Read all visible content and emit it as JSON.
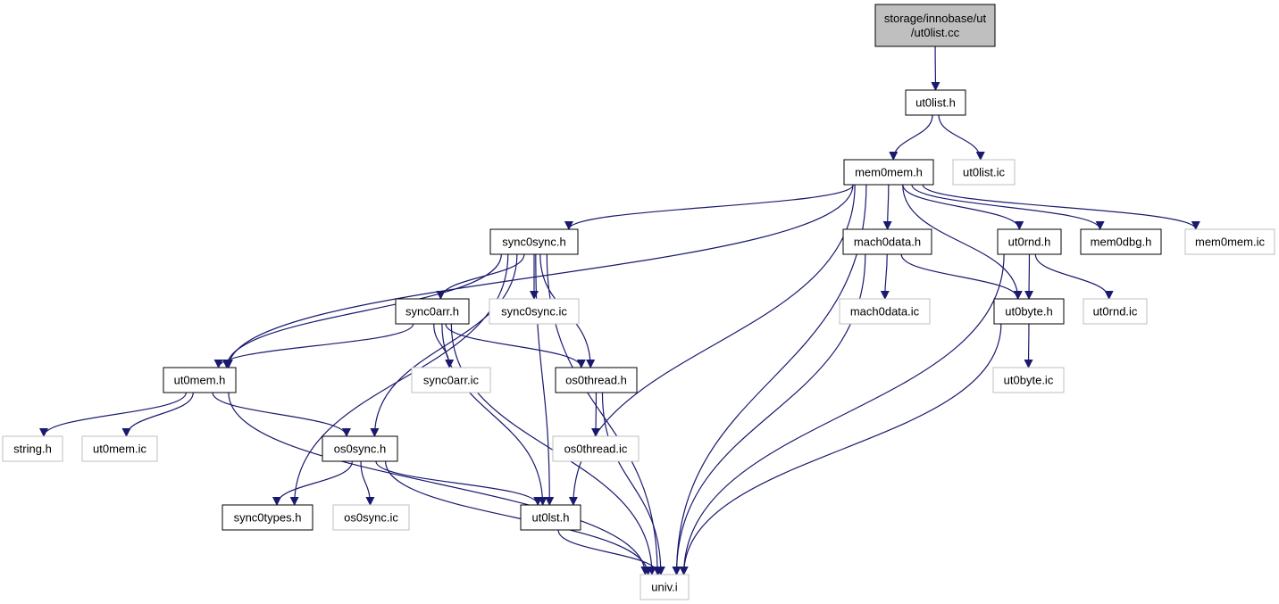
{
  "colors": {
    "edge": "#191970",
    "root_fill": "#bfbfbf",
    "root_border": "#000000",
    "documented_border": "#000000",
    "undocumented_border": "#bfbfbf",
    "node_fill": "#ffffff"
  },
  "nodes": [
    {
      "id": "root",
      "kind": "root",
      "lines": [
        "storage/innobase/ut",
        "/ut0list.cc"
      ]
    },
    {
      "id": "ut0list_h",
      "kind": "documented",
      "lines": [
        "ut0list.h"
      ]
    },
    {
      "id": "mem0mem_h",
      "kind": "documented",
      "lines": [
        "mem0mem.h"
      ]
    },
    {
      "id": "ut0list_ic",
      "kind": "undocumented",
      "lines": [
        "ut0list.ic"
      ]
    },
    {
      "id": "sync0sync_h",
      "kind": "documented",
      "lines": [
        "sync0sync.h"
      ]
    },
    {
      "id": "mach0data_h",
      "kind": "documented",
      "lines": [
        "mach0data.h"
      ]
    },
    {
      "id": "ut0rnd_h",
      "kind": "documented",
      "lines": [
        "ut0rnd.h"
      ]
    },
    {
      "id": "mem0dbg_h",
      "kind": "documented",
      "lines": [
        "mem0dbg.h"
      ]
    },
    {
      "id": "mem0mem_ic",
      "kind": "undocumented",
      "lines": [
        "mem0mem.ic"
      ]
    },
    {
      "id": "sync0arr_h",
      "kind": "documented",
      "lines": [
        "sync0arr.h"
      ]
    },
    {
      "id": "sync0sync_ic",
      "kind": "undocumented",
      "lines": [
        "sync0sync.ic"
      ]
    },
    {
      "id": "mach0data_ic",
      "kind": "undocumented",
      "lines": [
        "mach0data.ic"
      ]
    },
    {
      "id": "ut0byte_h",
      "kind": "documented",
      "lines": [
        "ut0byte.h"
      ]
    },
    {
      "id": "ut0rnd_ic",
      "kind": "undocumented",
      "lines": [
        "ut0rnd.ic"
      ]
    },
    {
      "id": "ut0mem_h",
      "kind": "documented",
      "lines": [
        "ut0mem.h"
      ]
    },
    {
      "id": "sync0arr_ic",
      "kind": "undocumented",
      "lines": [
        "sync0arr.ic"
      ]
    },
    {
      "id": "os0thread_h",
      "kind": "documented",
      "lines": [
        "os0thread.h"
      ]
    },
    {
      "id": "ut0byte_ic",
      "kind": "undocumented",
      "lines": [
        "ut0byte.ic"
      ]
    },
    {
      "id": "string_h",
      "kind": "undocumented",
      "lines": [
        "string.h"
      ]
    },
    {
      "id": "ut0mem_ic",
      "kind": "undocumented",
      "lines": [
        "ut0mem.ic"
      ]
    },
    {
      "id": "os0sync_h",
      "kind": "documented",
      "lines": [
        "os0sync.h"
      ]
    },
    {
      "id": "os0thread_ic",
      "kind": "undocumented",
      "lines": [
        "os0thread.ic"
      ]
    },
    {
      "id": "sync0types_h",
      "kind": "documented",
      "lines": [
        "sync0types.h"
      ]
    },
    {
      "id": "os0sync_ic",
      "kind": "undocumented",
      "lines": [
        "os0sync.ic"
      ]
    },
    {
      "id": "ut0lst_h",
      "kind": "documented",
      "lines": [
        "ut0lst.h"
      ]
    },
    {
      "id": "univ_i",
      "kind": "undocumented",
      "lines": [
        "univ.i"
      ]
    }
  ],
  "edges": [
    [
      "root",
      "ut0list_h"
    ],
    [
      "ut0list_h",
      "mem0mem_h"
    ],
    [
      "ut0list_h",
      "ut0list_ic"
    ],
    [
      "mem0mem_h",
      "ut0mem_h"
    ],
    [
      "mem0mem_h",
      "sync0sync_h"
    ],
    [
      "mem0mem_h",
      "ut0lst_h"
    ],
    [
      "mem0mem_h",
      "univ_i"
    ],
    [
      "mem0mem_h",
      "mach0data_h"
    ],
    [
      "mem0mem_h",
      "ut0byte_h"
    ],
    [
      "mem0mem_h",
      "ut0rnd_h"
    ],
    [
      "mem0mem_h",
      "mem0dbg_h"
    ],
    [
      "mem0mem_h",
      "mem0mem_ic"
    ],
    [
      "sync0sync_h",
      "ut0mem_h"
    ],
    [
      "sync0sync_h",
      "sync0types_h"
    ],
    [
      "sync0sync_h",
      "os0sync_h"
    ],
    [
      "sync0sync_h",
      "sync0arr_h"
    ],
    [
      "sync0sync_h",
      "sync0sync_ic"
    ],
    [
      "sync0sync_h",
      "os0thread_h"
    ],
    [
      "sync0sync_h",
      "ut0lst_h"
    ],
    [
      "sync0sync_h",
      "univ_i"
    ],
    [
      "sync0arr_h",
      "ut0mem_h"
    ],
    [
      "sync0arr_h",
      "univ_i"
    ],
    [
      "sync0arr_h",
      "sync0arr_ic"
    ],
    [
      "sync0arr_h",
      "ut0lst_h"
    ],
    [
      "sync0arr_h",
      "os0thread_h"
    ],
    [
      "mach0data_h",
      "mach0data_ic"
    ],
    [
      "mach0data_h",
      "ut0byte_h"
    ],
    [
      "mach0data_h",
      "univ_i"
    ],
    [
      "ut0rnd_h",
      "ut0byte_h"
    ],
    [
      "ut0rnd_h",
      "ut0rnd_ic"
    ],
    [
      "ut0rnd_h",
      "univ_i"
    ],
    [
      "ut0byte_h",
      "ut0byte_ic"
    ],
    [
      "ut0byte_h",
      "univ_i"
    ],
    [
      "ut0mem_h",
      "string_h"
    ],
    [
      "ut0mem_h",
      "ut0mem_ic"
    ],
    [
      "ut0mem_h",
      "os0sync_h"
    ],
    [
      "ut0mem_h",
      "univ_i"
    ],
    [
      "os0thread_h",
      "os0thread_ic"
    ],
    [
      "os0thread_h",
      "univ_i"
    ],
    [
      "os0sync_h",
      "sync0types_h"
    ],
    [
      "os0sync_h",
      "os0sync_ic"
    ],
    [
      "os0sync_h",
      "ut0lst_h"
    ],
    [
      "os0sync_h",
      "univ_i"
    ],
    [
      "ut0lst_h",
      "univ_i"
    ]
  ]
}
